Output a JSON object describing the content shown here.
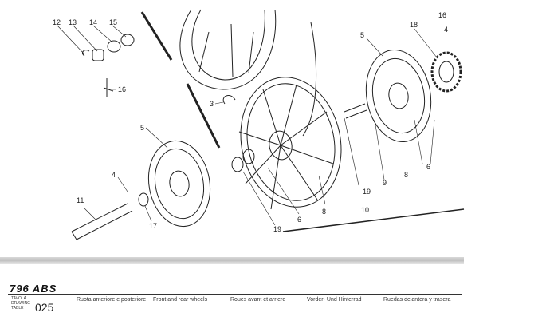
{
  "footer": {
    "model": "796 ABS",
    "table_label": [
      "TAVOLA",
      "DRAWING",
      "TABLE"
    ],
    "table_number": "025",
    "captions": [
      "Ruota anteriore e posteriore",
      "Front and rear wheels",
      "Roues avant et arriere",
      "Vorder- Und Hinterrad",
      "Ruedas delantera y trasera"
    ]
  },
  "callouts": [
    "12",
    "13",
    "14",
    "15",
    "16",
    "3",
    "5",
    "4",
    "11",
    "17",
    "19",
    "6",
    "8",
    "10",
    "19",
    "9",
    "8",
    "6",
    "5",
    "18",
    "4",
    "16"
  ]
}
